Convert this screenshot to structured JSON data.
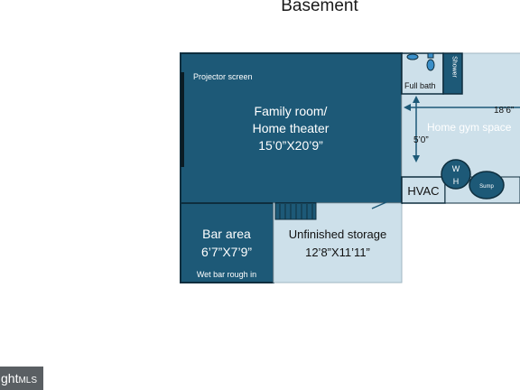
{
  "title": "Basement",
  "rooms": {
    "family": {
      "name_line1": "Family room/",
      "name_line2": "Home theater",
      "dims": "15’0”X20’9”",
      "note": "Projector screen"
    },
    "bath": {
      "name": "Full bath",
      "shower": "Shower"
    },
    "gym": {
      "name": "Home gym space",
      "dim_width": "18’6”",
      "dim_depth": "5’0”"
    },
    "wh": {
      "line1": "W",
      "line2": "H"
    },
    "sump": {
      "name": "Sump"
    },
    "hvac": {
      "name": "HVAC"
    },
    "bar": {
      "name": "Bar area",
      "dims": "6’7”X7’9”",
      "note": "Wet bar rough in"
    },
    "storage": {
      "name": "Unfinished storage",
      "dims": "12’8”X11’11”"
    }
  },
  "watermark": {
    "brand": "ght",
    "suffix": "MLS"
  },
  "colors": {
    "finished": "#1d5977",
    "unfinished": "#cde0ea",
    "wall": "#0e2e3e"
  }
}
